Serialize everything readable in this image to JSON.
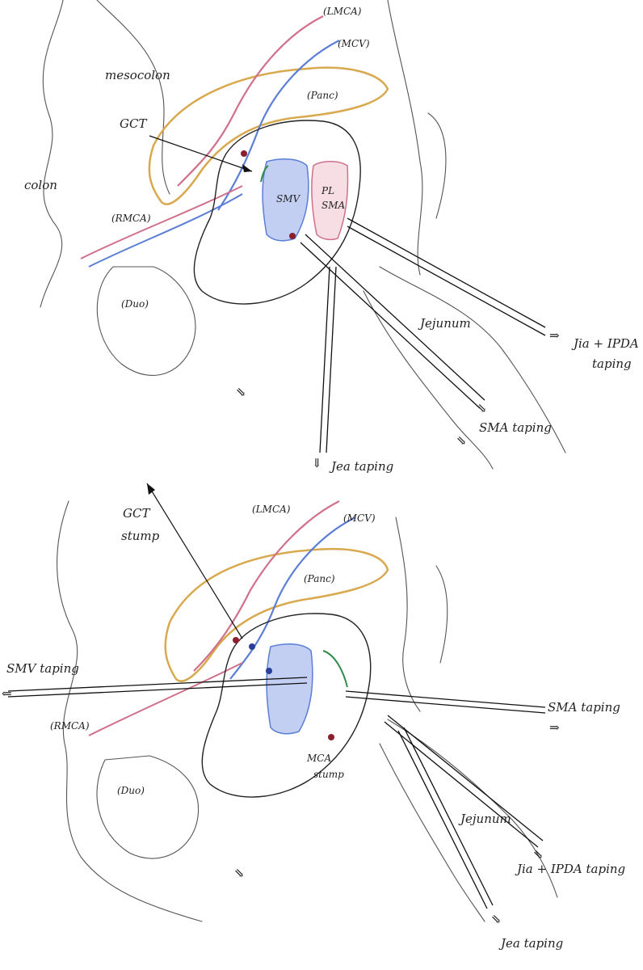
{
  "colors": {
    "vein": "#5b7fd6",
    "artery": "#d0708a",
    "pancreas": "#d8a94e",
    "pencil": "#555555",
    "ink": "#111111",
    "suture": "#2f8a4a",
    "clip": "#8a1f2e"
  },
  "top_panel": {
    "labels": {
      "lmca": "(LMCA)",
      "mcv": "(MCV)",
      "mesocolon": "mesocolon",
      "panc": "(Panc)",
      "gct": "GCT",
      "colon": "colon",
      "smv": "SMV",
      "pl_sma_1": "PL",
      "pl_sma_2": "SMA",
      "rmca": "(RMCA)",
      "duo": "(Duo)",
      "jejunum": "Jejunum",
      "jia_ipda_1": "Jia + IPDA",
      "jia_ipda_2": "taping",
      "sma_taping": "SMA taping",
      "jea_taping": "Jea taping"
    }
  },
  "bottom_panel": {
    "labels": {
      "gct_stump_1": "GCT",
      "gct_stump_2": "stump",
      "lmca": "(LMCA)",
      "mcv": "(MCV)",
      "panc": "(Panc)",
      "smv_taping": "SMV taping",
      "rmca": "(RMCA)",
      "sma_taping": "SMA taping",
      "mca_stump_1": "MCA",
      "mca_stump_2": "stump",
      "duo": "(Duo)",
      "jejunum": "Jejunum",
      "jia_ipda": "Jia + IPDA taping",
      "jea_taping": "Jea taping"
    }
  }
}
